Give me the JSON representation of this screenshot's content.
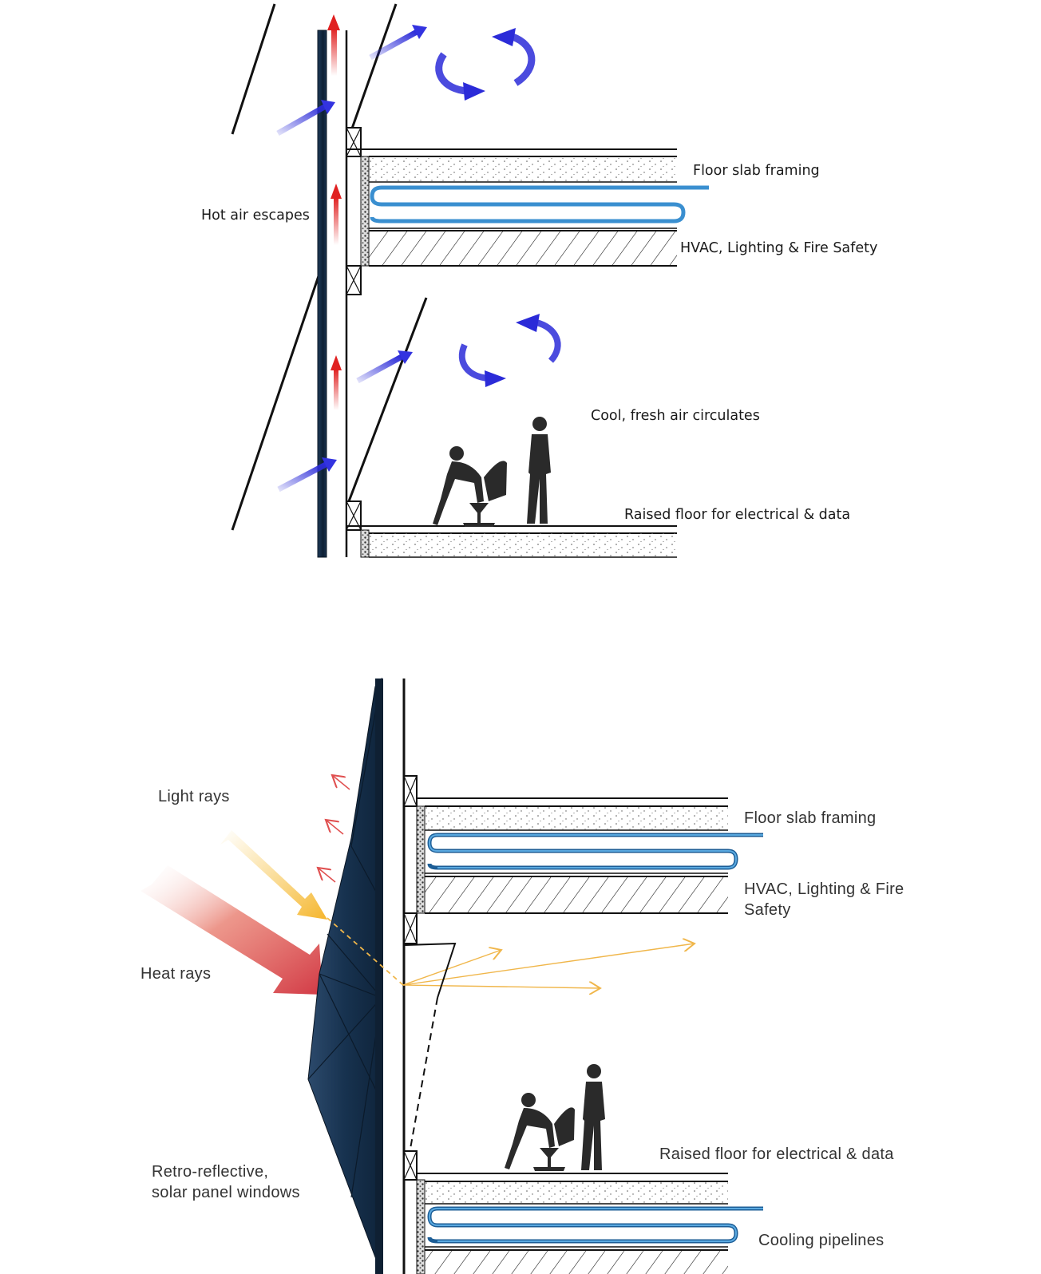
{
  "top_diagram": {
    "labels": {
      "floor_slab": "Floor slab framing",
      "hvac": "HVAC, Lighting & Fire Safety",
      "hot_air": "Hot air escapes",
      "cool_air": "Cool, fresh air circulates",
      "raised_floor": "Raised floor for electrical & data"
    }
  },
  "bottom_diagram": {
    "labels": {
      "light_rays": "Light rays",
      "floor_slab": "Floor slab framing",
      "hvac_line1": "HVAC, Lighting & Fire",
      "hvac_line2": "Safety",
      "heat_rays": "Heat rays",
      "raised_floor": "Raised floor for electrical & data",
      "retro_line1": "Retro-reflective,",
      "retro_line2": "solar panel windows",
      "cooling": "Cooling pipelines"
    }
  },
  "colors": {
    "facade_panel": "#17324f",
    "air_arrow": "#2b2bd8",
    "hot_air_arrow": "#e02020",
    "pipe": "#3a8fd0",
    "light_ray": "#f2b93c",
    "heat_ray": "#d63a3a",
    "silhouette": "#2a2a2a"
  },
  "icons": [
    "office-worker-seated-icon",
    "office-worker-standing-icon"
  ]
}
